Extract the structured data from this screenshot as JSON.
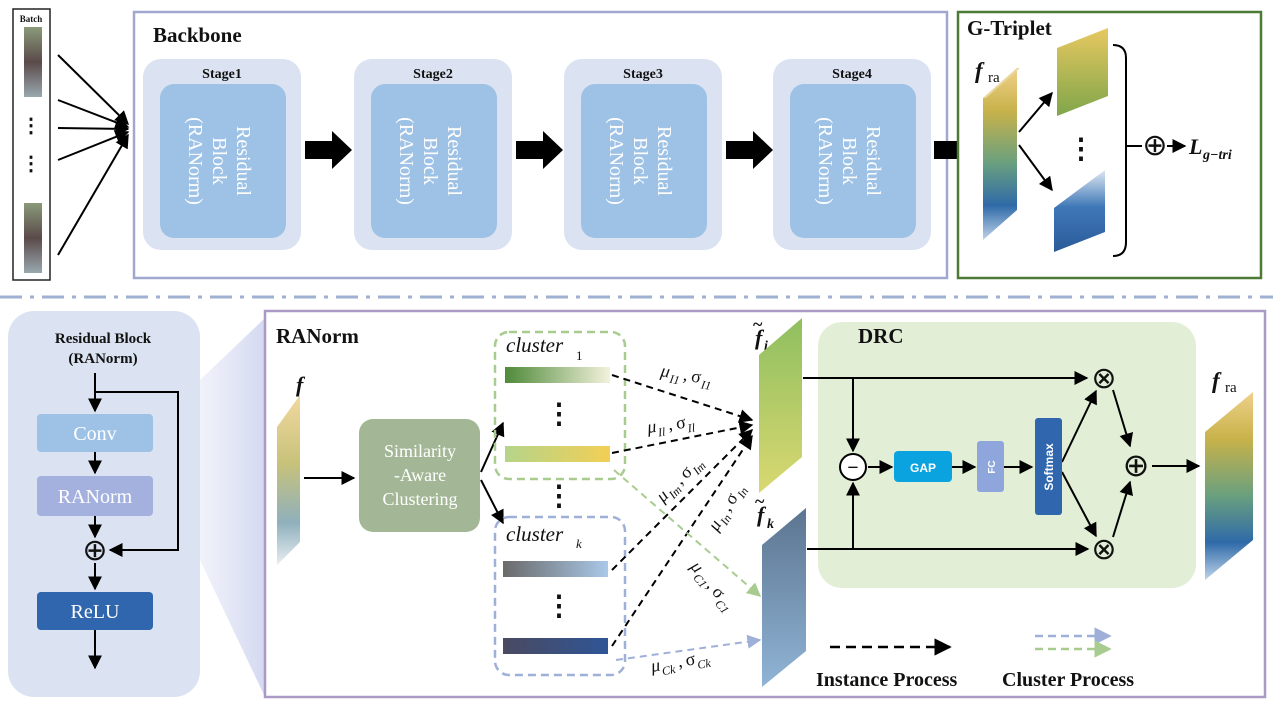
{
  "batch": {
    "label": "Batch",
    "dots1": "⋮",
    "dots2": "⋮"
  },
  "backbone": {
    "title": "Backbone",
    "stages": [
      {
        "label": "Stage1",
        "block": [
          "Residual",
          "Block",
          "(RANorm)"
        ]
      },
      {
        "label": "Stage2",
        "block": [
          "Residual",
          "Block",
          "(RANorm)"
        ]
      },
      {
        "label": "Stage3",
        "block": [
          "Residual",
          "Block",
          "(RANorm)"
        ]
      },
      {
        "label": "Stage4",
        "block": [
          "Residual",
          "Block",
          "(RANorm)"
        ]
      }
    ]
  },
  "gtriplet": {
    "title": "G-Triplet",
    "f_ra": "f",
    "f_ra_sub": "ra",
    "loss": "L",
    "loss_sub": "g−tri",
    "plus": "⊕",
    "dots": "⋮"
  },
  "residual_block": {
    "title_line1": "Residual Block",
    "title_line2": "(RANorm)",
    "conv": "Conv",
    "ranorm": "RANorm",
    "relu": "ReLU",
    "plus": "⊕"
  },
  "ranorm": {
    "title": "RANorm",
    "f": "f",
    "sac": [
      "Similarity",
      "-Aware",
      "Clustering"
    ],
    "cluster1": "cluster",
    "cluster1_sub": "1",
    "clusterk": "cluster",
    "clusterk_sub": "k",
    "dots": "⋮",
    "stats": [
      {
        "mu": "μ",
        "mu_sub": "I1",
        "sig": "σ",
        "sig_sub": "I1"
      },
      {
        "mu": "μ",
        "mu_sub": "Il",
        "sig": "σ",
        "sig_sub": "Il"
      },
      {
        "mu": "μ",
        "mu_sub": "Im",
        "sig": "σ",
        "sig_sub": "Im"
      },
      {
        "mu": "μ",
        "mu_sub": "In",
        "sig": "σ",
        "sig_sub": "In"
      },
      {
        "mu": "μ",
        "mu_sub": "C1",
        "sig": "σ",
        "sig_sub": "C1"
      },
      {
        "mu": "μ",
        "mu_sub": "Ck",
        "sig": "σ",
        "sig_sub": "Ck"
      }
    ],
    "fi": "f",
    "fi_sub": "i",
    "fk": "f",
    "fk_sub": "k",
    "tilde": "~"
  },
  "drc": {
    "title": "DRC",
    "gap": "GAP",
    "fc": "FC",
    "softmax": "Softmax",
    "minus": "−",
    "times": "⊗",
    "plus": "⊕"
  },
  "output": {
    "f": "f",
    "sub": "ra"
  },
  "legend": {
    "instance": "Instance Process",
    "cluster": "Cluster Process"
  },
  "colors": {
    "backbone_border": "#9aa2cc",
    "gtriplet_border": "#4d7a35",
    "ranorm_border": "#a99ac6",
    "block_blue": "#2f66ad",
    "drc_bg": "#e2efd6"
  }
}
